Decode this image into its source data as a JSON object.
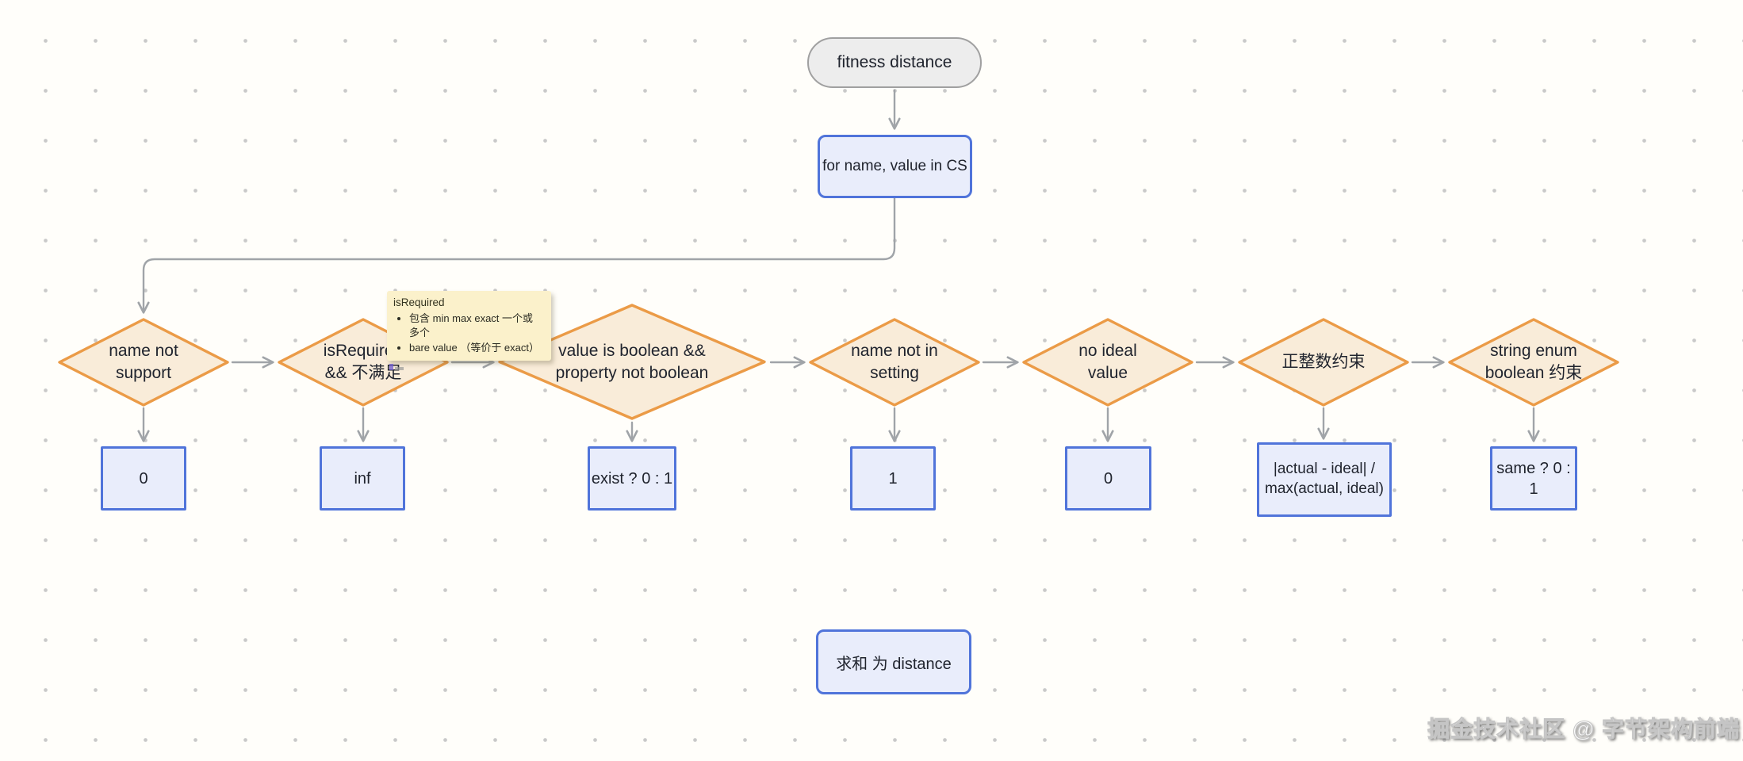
{
  "canvas": {
    "background": "#fffefa",
    "dot_color": "#c9c9c9"
  },
  "palette": {
    "orange_stroke": "#eb9b47",
    "orange_fill": "#f9ecd9",
    "blue_stroke": "#5074da",
    "blue_fill": "#e9edfb",
    "gray_stroke": "#a0a0a0",
    "gray_fill": "#ededed",
    "arrow": "#a0a4a8",
    "note_bg": "#fbf1cb"
  },
  "nodes": {
    "start": "fitness distance",
    "loop": "for name, value in CS",
    "sum": "求和 为 distance"
  },
  "branches": [
    {
      "condition": "name not support",
      "result": "0"
    },
    {
      "condition": "isRequired && 不满足",
      "result": "inf"
    },
    {
      "condition": "value is boolean && property not boolean",
      "result": "exist ? 0 : 1"
    },
    {
      "condition": "name not in setting",
      "result": "1"
    },
    {
      "condition": "no ideal value",
      "result": "0"
    },
    {
      "condition": "正整数约束",
      "result": "|actual - ideal| / max(actual, ideal)"
    },
    {
      "condition": "string enum boolean 约束",
      "result": "same ? 0 : 1"
    }
  ],
  "note": {
    "title": "isRequired",
    "bullets": [
      "包含 min max exact 一个或多个",
      "bare value （等价于 exact）"
    ]
  },
  "watermark": "掘金技术社区 @ 字节架构前端"
}
